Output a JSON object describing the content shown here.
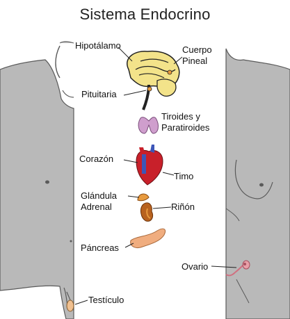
{
  "title": "Sistema Endocrino",
  "colors": {
    "skin": "#b9b9b9",
    "skin_outline": "#5a5a5a",
    "brain": "#f3e38a",
    "thyroid": "#cf9ecd",
    "heart_red": "#c8202a",
    "heart_blue": "#3d56b8",
    "adrenal": "#e79a3e",
    "kidney": "#b8621f",
    "pancreas": "#f0ad7f",
    "ovary": "#e8a0a8"
  },
  "labels": {
    "hipotalamo": "Hipotálamo",
    "cuerpo_pineal": [
      "Cuerpo",
      "Pineal"
    ],
    "pituitaria": "Pituitaria",
    "tiroides": [
      "Tiroides y",
      "Paratiroides"
    ],
    "corazon": "Corazón",
    "timo": "Timo",
    "glandula_adrenal": [
      "Glándula",
      "Adrenal"
    ],
    "rinon": "Riñón",
    "pancreas": "Páncreas",
    "ovario": "Ovario",
    "testiculo": "Testículo"
  },
  "icons": [
    "male-body-silhouette",
    "female-body-silhouette",
    "brain-icon",
    "thyroid-icon",
    "heart-icon",
    "adrenal-kidney-icon",
    "pancreas-icon",
    "ovary-icon",
    "testicle-icon"
  ]
}
